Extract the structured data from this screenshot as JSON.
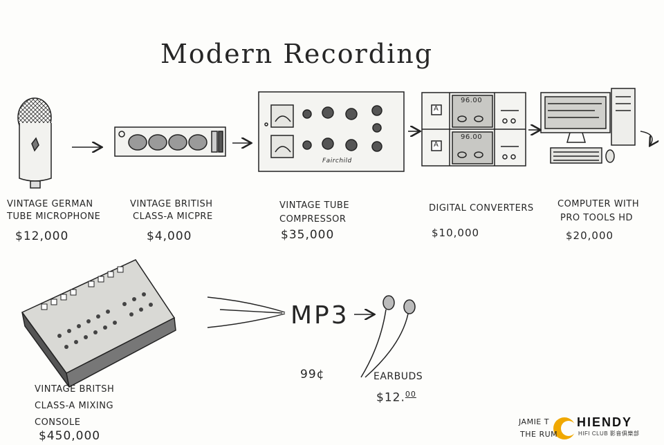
{
  "title": "Modern Recording",
  "chain": [
    {
      "label_1": "Vintage German",
      "label_2": "Tube Microphone",
      "price": "$12,000"
    },
    {
      "label_1": "Vintage British",
      "label_2": "Class-A MicPre",
      "price": "$4,000"
    },
    {
      "label_1": "Vintage Tube",
      "label_2": "Compressor",
      "price": "$35,000"
    },
    {
      "label_1": "Digital Converters",
      "label_2": "",
      "price": "$10,000"
    },
    {
      "label_1": "Computer With",
      "label_2": "Pro Tools HD",
      "price": "$20,000"
    }
  ],
  "console": {
    "label_1": "Vintage Britsh",
    "label_2": "Class-A Mixing",
    "label_3": "Console",
    "price": "$450,000"
  },
  "mp3": {
    "label": "MP3",
    "price": "99¢"
  },
  "earbuds": {
    "label": "Earbuds",
    "price_main": "$12.",
    "price_cents": "00"
  },
  "compressor_brand": "Fairchild",
  "converter_readout_1": "96.00",
  "converter_readout_2": "96.00",
  "signature": {
    "line_1": "Jamie T",
    "line_2": "The Rum"
  },
  "watermark": {
    "brand": "HIENDY",
    "sub": "HIFI CLUB 影音俱樂部"
  },
  "colors": {
    "ink": "#262626",
    "paper": "#fdfdfb",
    "logo_accent": "#f0a800"
  }
}
